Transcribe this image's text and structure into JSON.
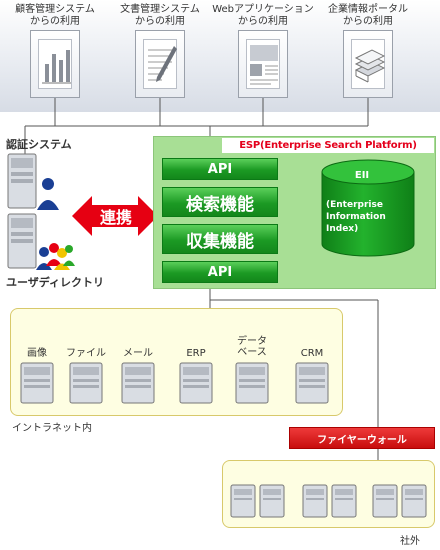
{
  "apps": [
    {
      "line1": "顧客管理システム",
      "line2": "からの利用",
      "icon": "bar-chart-document-icon"
    },
    {
      "line1": "文書管理システム",
      "line2": "からの利用",
      "icon": "pen-document-icon"
    },
    {
      "line1": "Webアプリケーション",
      "line2": "からの利用",
      "icon": "web-page-icon"
    },
    {
      "line1": "企業情報ポータル",
      "line2": "からの利用",
      "icon": "stacked-documents-icon"
    }
  ],
  "auth": {
    "label": "認証システム"
  },
  "directory": {
    "label": "ユーザディレクトリ"
  },
  "link": {
    "label": "連携"
  },
  "esp": {
    "title": "ESP(Enterprise Search Platform)",
    "api_top": "API",
    "search": "検索機能",
    "collect": "収集機能",
    "api_bottom": "API",
    "eii_title": "EII",
    "eii_line1": "(Enterprise",
    "eii_line2": "Information",
    "eii_line3": "Index)"
  },
  "sources": [
    {
      "label": "画像"
    },
    {
      "label": "ファイル"
    },
    {
      "label": "メール"
    },
    {
      "label": "ERP"
    },
    {
      "line1": "データ",
      "line2": "ベース"
    },
    {
      "label": "CRM"
    }
  ],
  "intranet": {
    "label": "イントラネット内"
  },
  "firewall": {
    "label": "ファイヤーウォール"
  },
  "external": {
    "label": "社外"
  },
  "colors": {
    "esp_bg": "#a8df95",
    "esp_title": "#e4001b",
    "green_bar": "#1c9a24",
    "eii_cylinder": "#149a1d",
    "link_arrow": "#e60012",
    "firewall": "#c80d0d",
    "panel_bg": "#fefee2",
    "panel_border": "#d8c96b"
  }
}
